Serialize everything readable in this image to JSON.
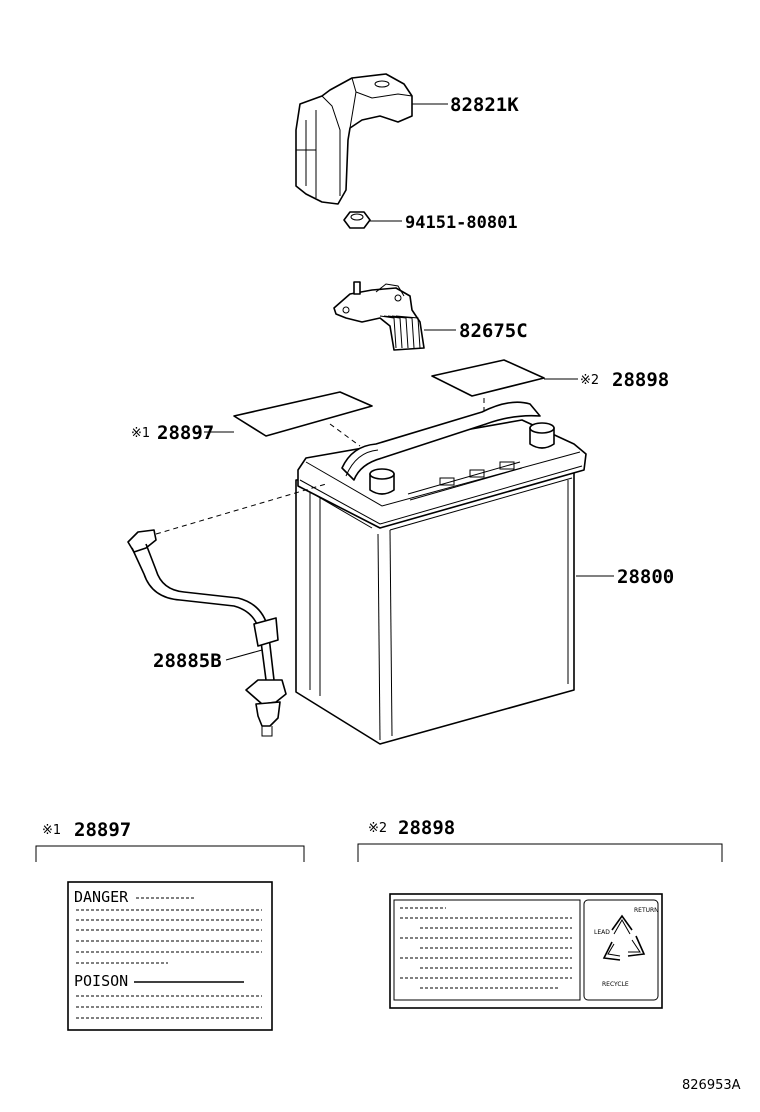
{
  "parts": {
    "cover": "82821K",
    "nut": "94151-80801",
    "clamp": "82675C",
    "label_2": "28898",
    "label_1": "28897",
    "battery": "28800",
    "hose": "28885B"
  },
  "markers": {
    "mark_1": "※1",
    "mark_2": "※2",
    "mark_1_detail": "※1",
    "mark_2_detail": "※2"
  },
  "details": {
    "left_part": "28897",
    "right_part": "28898",
    "danger": "DANGER",
    "poison": "POISON",
    "recycle_top": "RETURN",
    "recycle_left": "LEAD",
    "recycle_bottom": "RECYCLE"
  },
  "illustration_id": "826953A"
}
